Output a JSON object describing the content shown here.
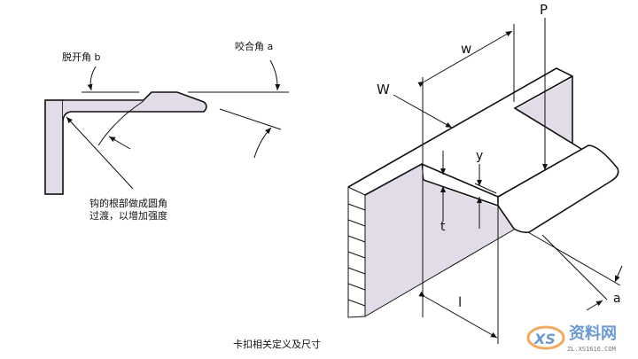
{
  "colors": {
    "shade": "#e2dbe8",
    "line": "#111111",
    "watermark": "#5b8fd0"
  },
  "left_diagram": {
    "release_angle_label": "脱开角 b",
    "engage_angle_label": "咬合角 a",
    "note_line1": "钩的根部做成圆角",
    "note_line2": "过渡，以增加强度"
  },
  "right_diagram": {
    "label_W": "W",
    "label_w": "w",
    "label_P": "P",
    "label_y": "y",
    "label_t": "t",
    "label_l": "l",
    "label_a": "a"
  },
  "caption": "卡扣相关定义及尺寸",
  "watermark": {
    "logo": "XS",
    "name": "资料网",
    "url": "ZL.XS1616.COM"
  }
}
